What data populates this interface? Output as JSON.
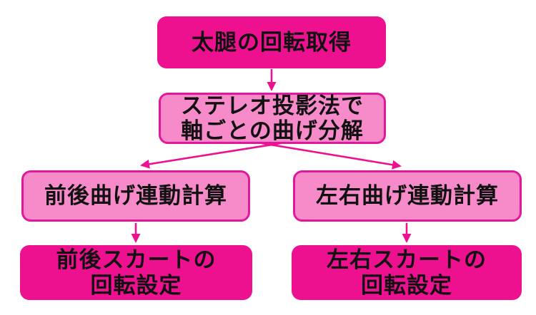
{
  "diagram": {
    "description": "flowchart",
    "colors": {
      "background": "#ffffff",
      "node_fill_dark": "#ed1190",
      "node_fill_light": "#f78bc9",
      "node_border": "#e0189a",
      "arrow": "#ed1190",
      "text": "#111111"
    },
    "nodes": [
      {
        "id": "get-thigh-rotation",
        "style": "dark",
        "lines": [
          "太腿の回転取得",
          ""
        ]
      },
      {
        "id": "stereo-projection-split",
        "style": "light",
        "lines": [
          "ステレオ投影法で",
          "軸ごとの曲げ分解"
        ]
      },
      {
        "id": "front-back-bend-calc",
        "style": "light",
        "lines": [
          "前後曲げ連動計算",
          ""
        ]
      },
      {
        "id": "left-right-bend-calc",
        "style": "light",
        "lines": [
          "左右曲げ連動計算",
          ""
        ]
      },
      {
        "id": "front-back-skirt-rotation",
        "style": "dark",
        "lines": [
          "前後スカートの",
          "回転設定"
        ]
      },
      {
        "id": "left-right-skirt-rotation",
        "style": "dark",
        "lines": [
          "左右スカートの",
          "回転設定"
        ]
      }
    ],
    "edges": [
      {
        "from": "get-thigh-rotation",
        "to": "stereo-projection-split"
      },
      {
        "from": "stereo-projection-split",
        "to": "front-back-bend-calc"
      },
      {
        "from": "stereo-projection-split",
        "to": "left-right-bend-calc"
      },
      {
        "from": "front-back-bend-calc",
        "to": "front-back-skirt-rotation"
      },
      {
        "from": "left-right-bend-calc",
        "to": "left-right-skirt-rotation"
      }
    ]
  }
}
